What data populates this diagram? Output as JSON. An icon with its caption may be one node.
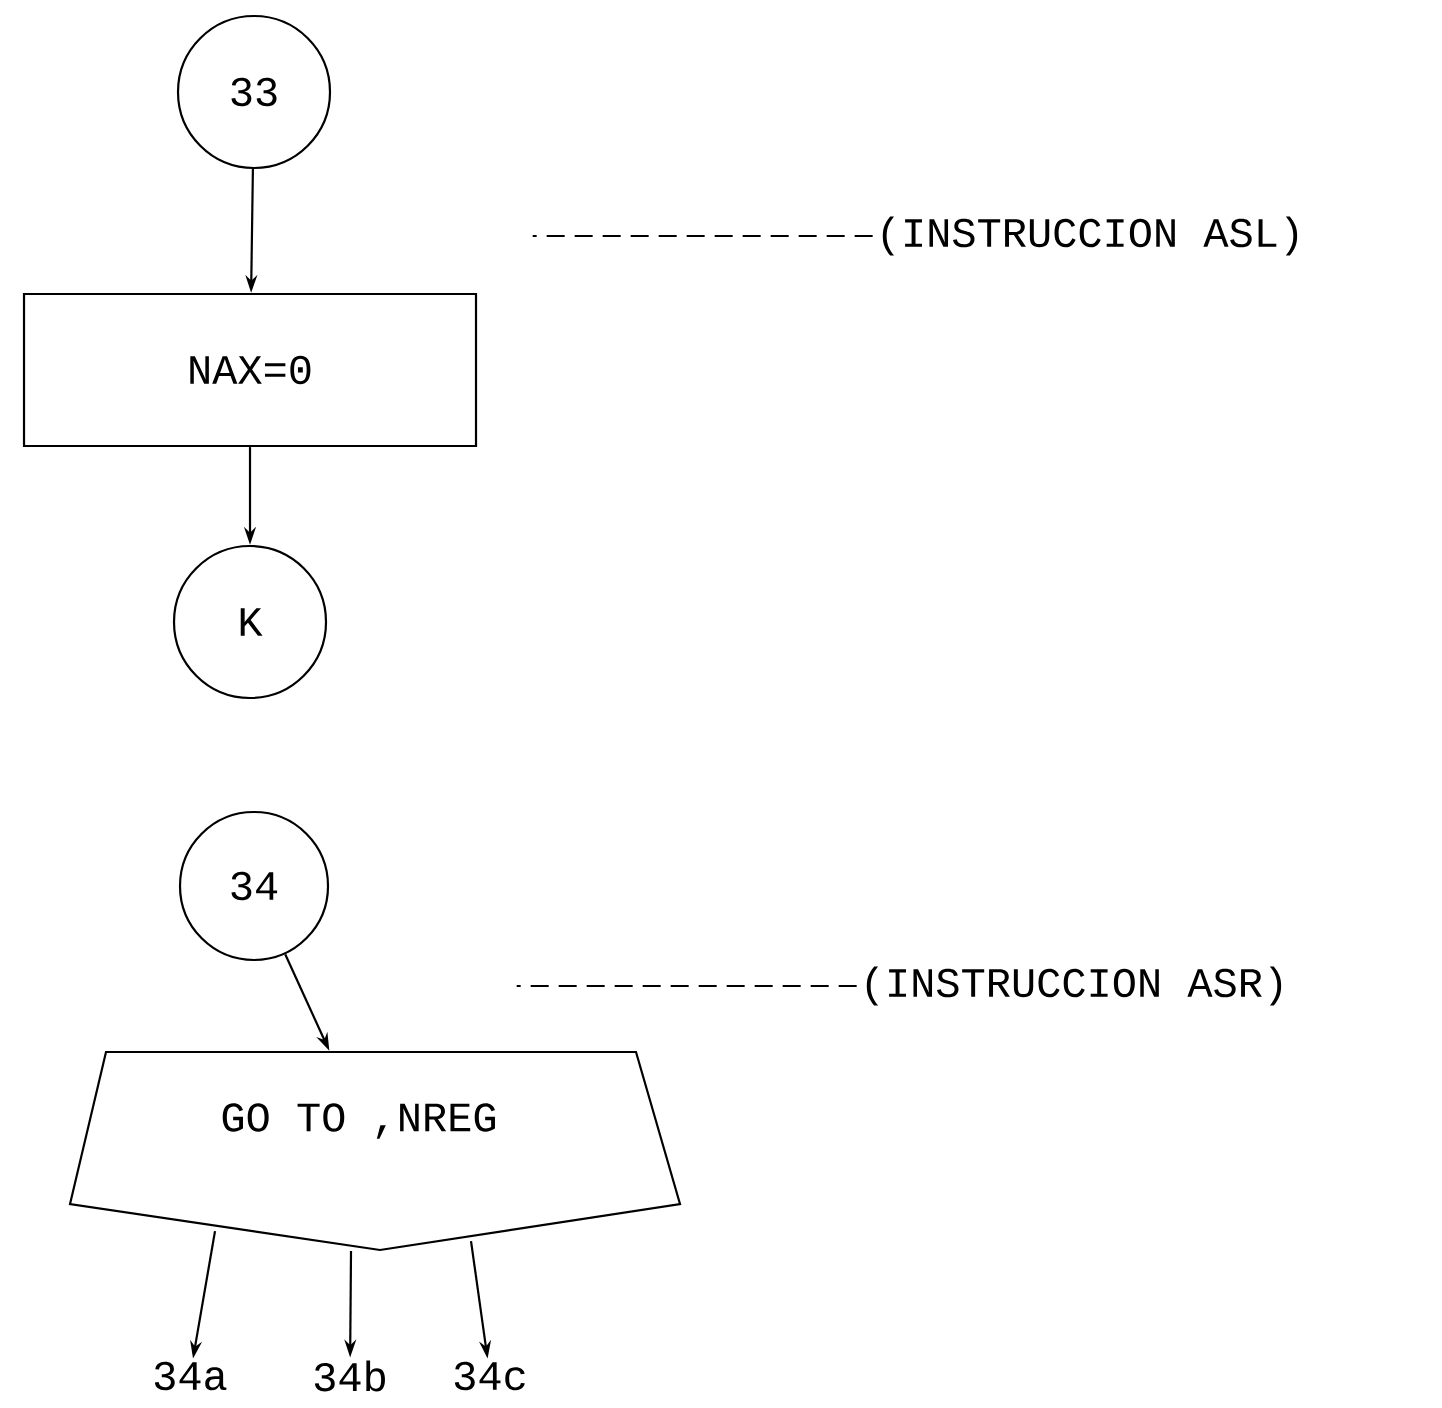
{
  "diagram": {
    "nodes": [
      {
        "text": [
          "33"
        ]
      },
      {
        "text": [
          "NAX=0"
        ]
      },
      {
        "text": [
          "K"
        ]
      },
      {
        "text": [
          "34"
        ]
      },
      {
        "text": [
          "GO TO ,NREG"
        ]
      },
      {
        "text": [
          "34a"
        ]
      },
      {
        "text": [
          "34b"
        ]
      },
      {
        "text": [
          "34c"
        ]
      },
      {
        "text": [
          "(INSTRUCCION ASL)"
        ]
      },
      {
        "text": [
          "(INSTRUCCION ASR)"
        ]
      }
    ],
    "edges": [
      {
        "from": 0,
        "to": 1,
        "arrow": "to"
      },
      {
        "from": 1,
        "to": 2,
        "arrow": "to"
      },
      {
        "from": 3,
        "to": 4,
        "arrow": "to"
      },
      {
        "from": 4,
        "to": 5,
        "arrow": "to"
      },
      {
        "from": 4,
        "to": 6,
        "arrow": "to"
      },
      {
        "from": 4,
        "to": 7,
        "arrow": "to"
      },
      {
        "from": 8,
        "to": null,
        "arrow": "none",
        "style": "dashed"
      },
      {
        "from": 9,
        "to": null,
        "arrow": "none",
        "style": "dashed"
      }
    ]
  }
}
